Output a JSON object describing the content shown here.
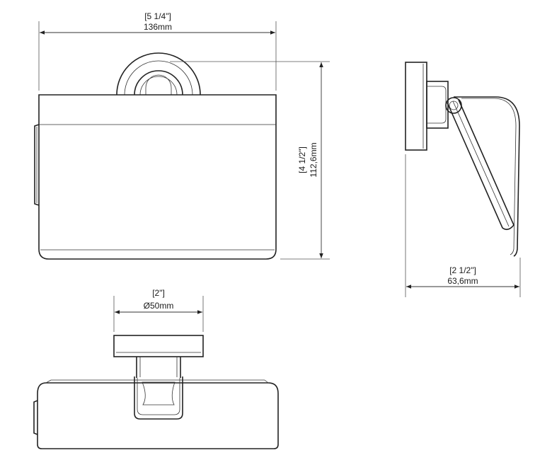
{
  "dimensions": {
    "width": {
      "imperial": "[5 1/4\"]",
      "metric": "136mm"
    },
    "height": {
      "imperial": "[4 1/2\"]",
      "metric": "112,6mm"
    },
    "depth": {
      "imperial": "[2 1/2\"]",
      "metric": "63,6mm"
    },
    "rosette": {
      "imperial": "[2\"]",
      "metric": "Ø50mm"
    }
  },
  "colors": {
    "line": "#222222",
    "background": "#ffffff"
  }
}
